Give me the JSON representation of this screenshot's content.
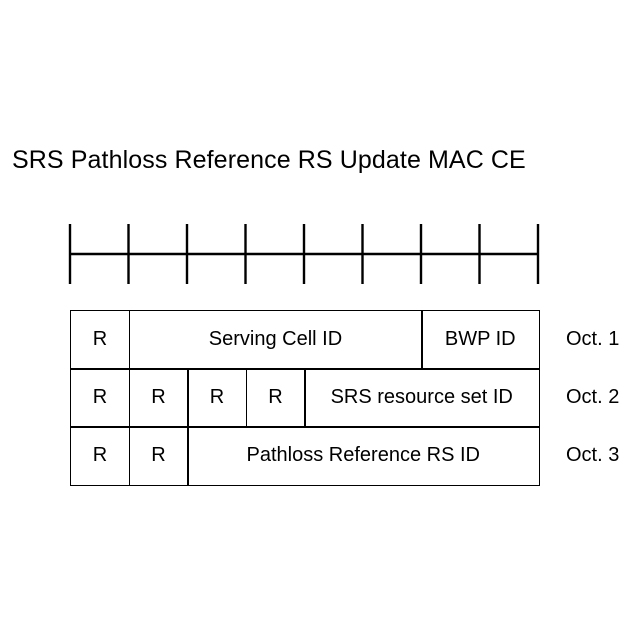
{
  "title": "SRS Pathloss Reference RS Update MAC CE",
  "rows": [
    {
      "octet_label": "Oct. 1",
      "fields": [
        {
          "label": "R",
          "bits": 1
        },
        {
          "label": "Serving Cell ID",
          "bits": 5
        },
        {
          "label": "BWP ID",
          "bits": 2
        }
      ]
    },
    {
      "octet_label": "Oct. 2",
      "fields": [
        {
          "label": "R",
          "bits": 1
        },
        {
          "label": "R",
          "bits": 1
        },
        {
          "label": "R",
          "bits": 1
        },
        {
          "label": "R",
          "bits": 1
        },
        {
          "label": "SRS resource set ID",
          "bits": 4
        }
      ]
    },
    {
      "octet_label": "Oct. 3",
      "fields": [
        {
          "label": "R",
          "bits": 1
        },
        {
          "label": "R",
          "bits": 1
        },
        {
          "label": "Pathloss Reference RS ID",
          "bits": 6
        }
      ]
    }
  ],
  "ruler_ticks": 9
}
